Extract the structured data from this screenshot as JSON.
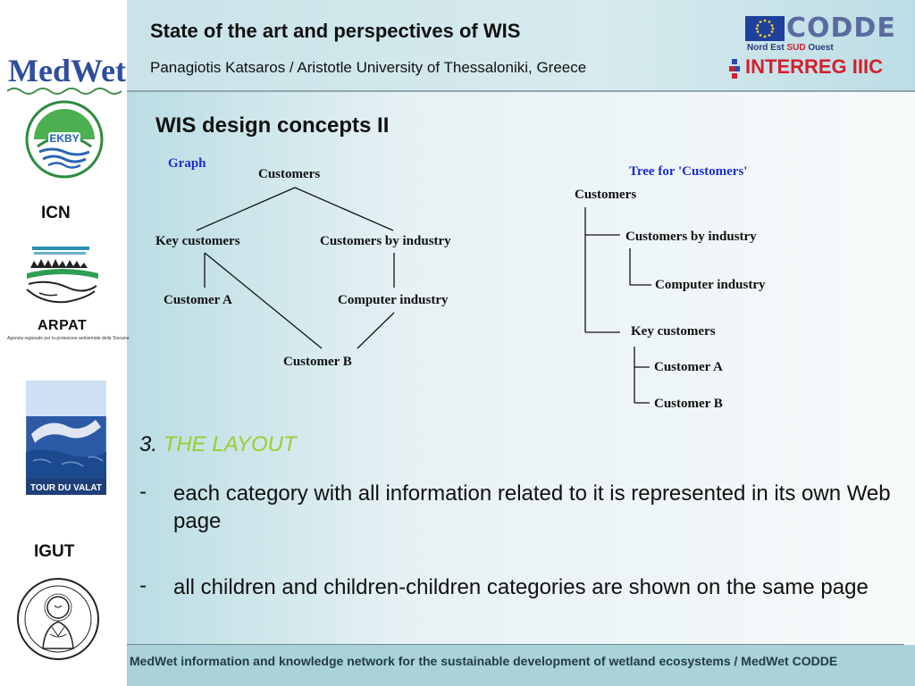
{
  "header": {
    "title": "State of the art and perspectives of WIS",
    "subtitle": "Panagiotis Katsaros / Aristotle University of Thessaloniki, Greece"
  },
  "logos": {
    "codde": "CODDE",
    "codde_sub_prefix": "Nord Est ",
    "codde_sub_highlight": "SUD",
    "codde_sub_suffix": " Ouest",
    "interreg": "INTERREG IIIC",
    "medwet": "MedWet",
    "ekby": "EKBY",
    "icn": "ICN",
    "arpat": "ARPAT",
    "arpat_sub": "Agenzia regionale per la protezione ambientale della Toscana",
    "tour_du_valat": "TOUR DU VALAT",
    "igut": "IGUT"
  },
  "section_title": "WIS design concepts II",
  "graph": {
    "label": "Graph",
    "nodes": {
      "customers": "Customers",
      "key_customers": "Key customers",
      "customers_by_industry": "Customers by industry",
      "customer_a": "Customer A",
      "computer_industry": "Computer industry",
      "customer_b": "Customer B"
    }
  },
  "tree": {
    "label": "Tree for 'Customers'",
    "nodes": {
      "root": "Customers",
      "customers_by_industry": "Customers by industry",
      "computer_industry": "Computer industry",
      "key_customers": "Key customers",
      "customer_a": "Customer A",
      "customer_b": "Customer B"
    }
  },
  "layout_section": {
    "number": "3.",
    "title": "THE LAYOUT",
    "bullets": [
      "each category with all information related to it is represented in its own Web page",
      "all children and children-children categories are shown on the same page"
    ],
    "dash": "-"
  },
  "colors": {
    "highlight": "#9acd32",
    "label_blue": "#1a2fcf",
    "interreg_red": "#d3202f"
  },
  "footer": {
    "text": "MedWet information and knowledge network for the sustainable development of wetland ecosystems / MedWet CODDE"
  }
}
